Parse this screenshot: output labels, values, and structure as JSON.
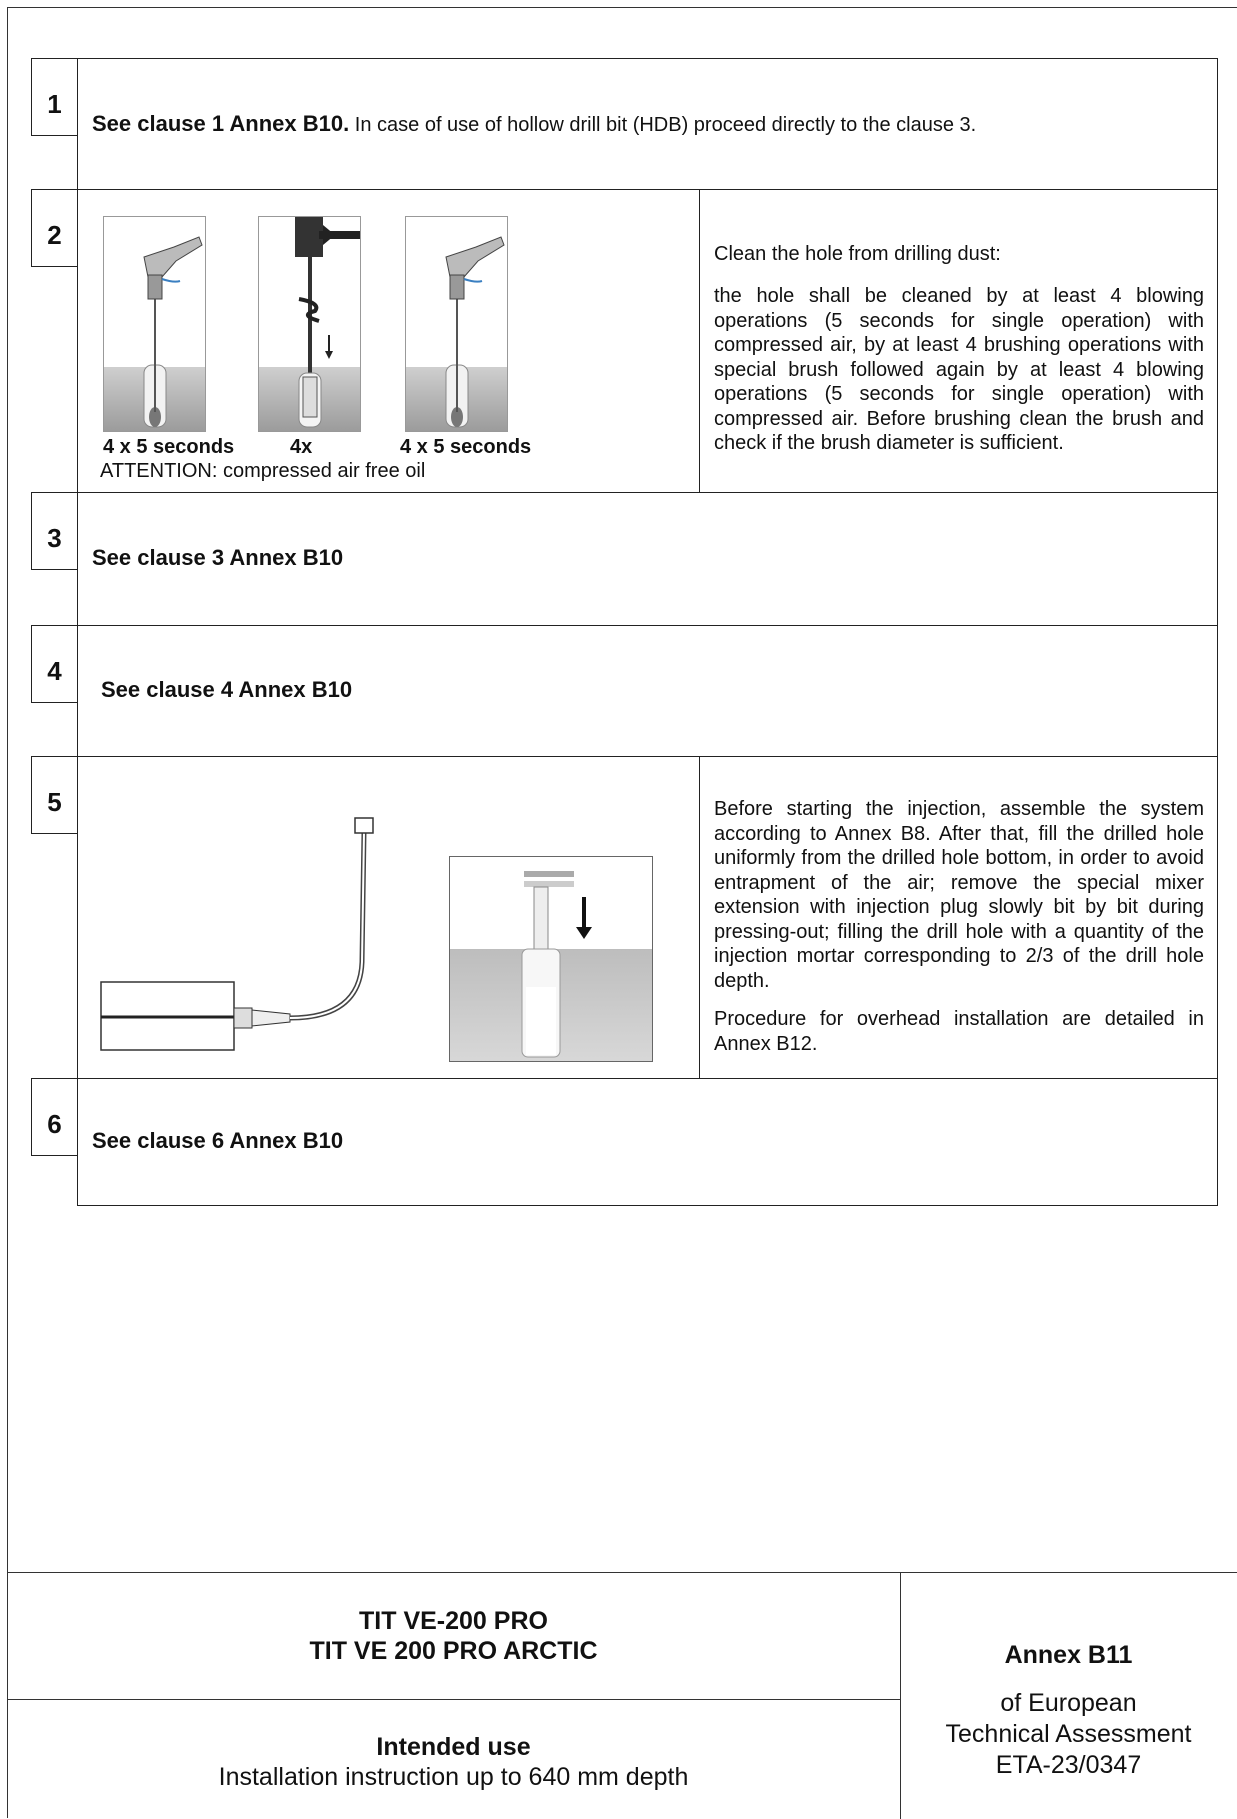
{
  "steps": [
    {
      "number": "1",
      "lead": "See clause 1 Annex B10.",
      "text": " In case of use of hollow drill bit (HDB) proceed directly to the clause 3."
    },
    {
      "number": "2",
      "captions": [
        "4 x 5 seconds",
        "4x",
        "4 x 5 seconds"
      ],
      "attention": "ATTENTION: compressed air free oil",
      "title": "Clean the hole from drilling dust:",
      "text": "the hole shall be cleaned by at least 4 blowing operations (5 seconds for single operation) with compressed air, by at least 4 brushing operations with special brush followed again by at least 4 blowing operations (5 seconds for single operation) with compressed air. Before brushing clean the brush and check if the brush diameter is sufficient."
    },
    {
      "number": "3",
      "text": "See clause 3 Annex B10"
    },
    {
      "number": "4",
      "text": "See clause 4 Annex B10"
    },
    {
      "number": "5",
      "text": "Before starting the injection, assemble the system according to Annex B8. After that, fill the drilled hole uniformly from the drilled hole bottom, in order to avoid entrapment of the air; remove the special mixer extension with injection plug slowly bit by bit during pressing-out; filling the drill hole with a quantity of the injection mortar corresponding to 2/3 of the drill hole depth.",
      "text2": "Procedure for overhead installation are detailed in Annex B12."
    },
    {
      "number": "6",
      "text": "See clause 6 Annex B10"
    }
  ],
  "footer": {
    "product_line1": "TIT VE-200 PRO",
    "product_line2": "TIT VE 200 PRO ARCTIC",
    "section_title": "Intended use",
    "section_subtitle": "Installation instruction up to 640 mm depth",
    "annex": "Annex B11",
    "of_line1": "of European",
    "of_line2": "Technical Assessment",
    "eta": "ETA-23/0347"
  }
}
